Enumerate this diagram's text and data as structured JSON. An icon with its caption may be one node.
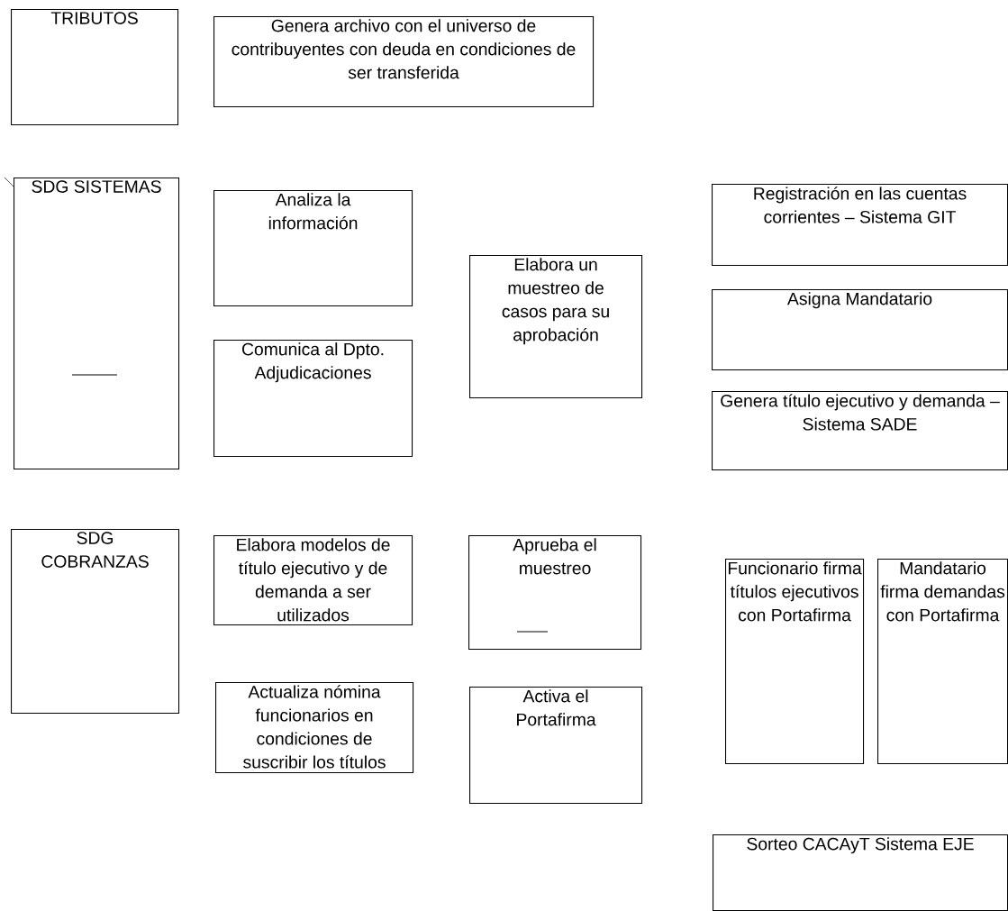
{
  "diagram": {
    "nodes": [
      {
        "text": [
          "TRIBUTOS"
        ]
      },
      {
        "text": [
          "Genera archivo con el universo de contribuyentes con deuda en condiciones de ser transferida"
        ]
      },
      {
        "text": [
          "SDG SISTEMAS"
        ]
      },
      {
        "text": [
          "Analiza la información"
        ]
      },
      {
        "text": [
          "Comunica al Dpto. Adjudicaciones"
        ]
      },
      {
        "text": [
          "Elabora un muestreo de casos para su aprobación"
        ]
      },
      {
        "text": [
          "Registración en las cuentas corrientes – Sistema GIT"
        ]
      },
      {
        "text": [
          "Asigna Mandatario"
        ]
      },
      {
        "text": [
          "Genera título ejecutivo y demanda – Sistema SADE"
        ]
      },
      {
        "text": [
          "SDG COBRANZAS"
        ]
      },
      {
        "text": [
          "Elabora modelos de título ejecutivo y de demanda a ser utilizados"
        ]
      },
      {
        "text": [
          "Actualiza nómina funcionarios en condiciones de suscribir los títulos"
        ]
      },
      {
        "text": [
          "Aprueba el muestreo"
        ]
      },
      {
        "text": [
          "Activa el Portafirma"
        ]
      },
      {
        "text": [
          "Funcionario firma títulos ejecutivos con Portafirma"
        ]
      },
      {
        "text": [
          "Mandatario firma demandas con Portafirma"
        ]
      },
      {
        "text": [
          "Sorteo CACAyT Sistema EJE"
        ]
      }
    ]
  }
}
